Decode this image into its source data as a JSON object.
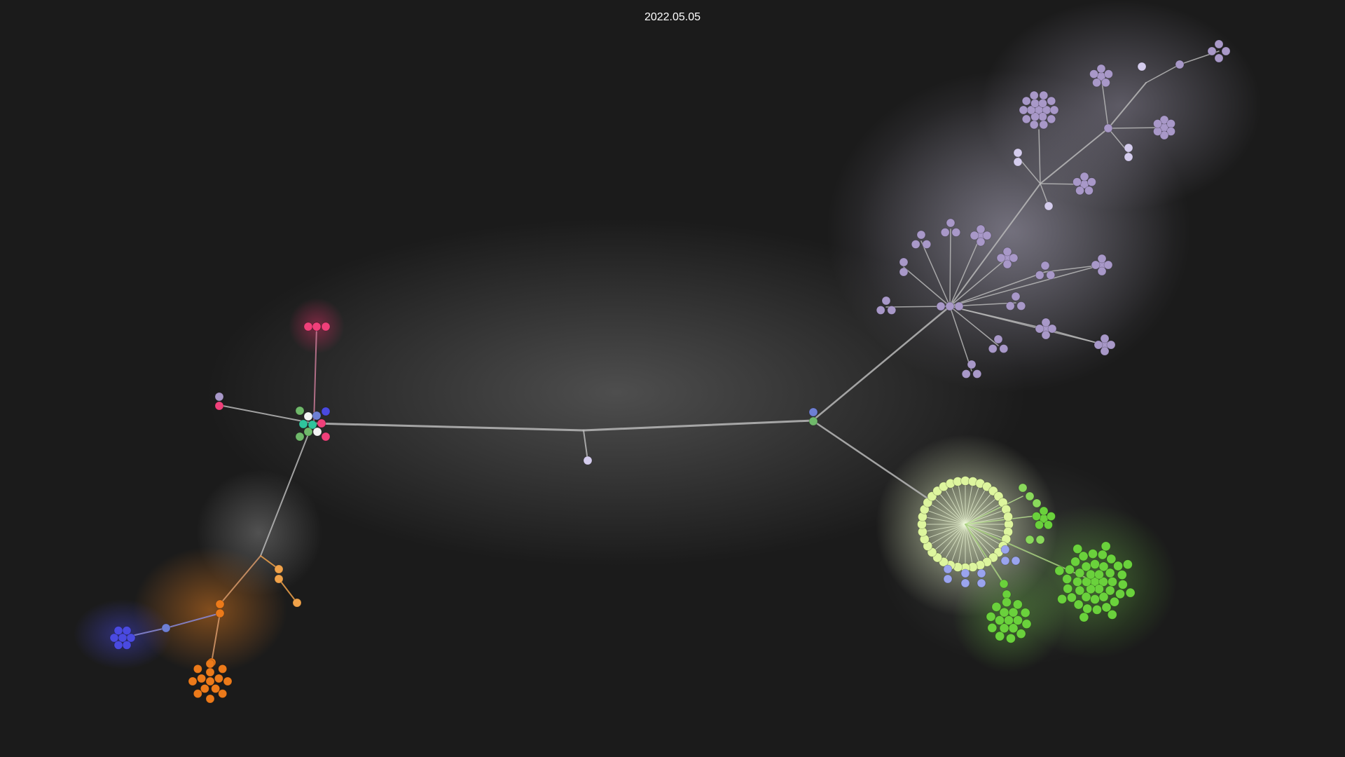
{
  "header": {
    "date": "2022.05.05"
  },
  "colors": {
    "background": "#1b1b1b",
    "edge": "#b8b8b8",
    "lavender": "#a898c8",
    "lavender_light": "#d4cced",
    "lime_light": "#ddf59e",
    "green": "#6ad13c",
    "orange": "#ec7a1a",
    "orange_light": "#f0a24a",
    "blue": "#4a4ae0",
    "periwinkle": "#9aa4ee",
    "pink": "#f0407a",
    "teal": "#2fc49c",
    "sage": "#6fb86a",
    "white": "#f4f4f4",
    "slate": "#6e7fd4"
  },
  "graph": {
    "description_free": true,
    "nodes": [
      {
        "id": "trunk-bend",
        "size": "junction",
        "color": "edge"
      },
      {
        "id": "trunk-leaf",
        "size": "single",
        "color": "lavender_light"
      },
      {
        "id": "left-hub",
        "size": "mixed-cluster",
        "color": "white"
      },
      {
        "id": "pink-cluster",
        "size": "cluster-3",
        "color": "pink"
      },
      {
        "id": "left-pair",
        "size": "pair",
        "color": "lavender"
      },
      {
        "id": "orange-hub",
        "size": "junction",
        "color": "edge"
      },
      {
        "id": "blue-cluster",
        "size": "cluster",
        "color": "blue"
      },
      {
        "id": "orange-cluster",
        "size": "cluster",
        "color": "orange"
      },
      {
        "id": "right-hub",
        "size": "pair",
        "color": "slate"
      },
      {
        "id": "purple-hub",
        "size": "star",
        "color": "lavender"
      },
      {
        "id": "purple-top-hub",
        "size": "star",
        "color": "lavender"
      },
      {
        "id": "lime-hub",
        "size": "starburst",
        "color": "lime_light"
      },
      {
        "id": "green-cluster-large",
        "size": "cluster",
        "color": "green"
      },
      {
        "id": "green-cluster-small",
        "size": "cluster",
        "color": "green"
      }
    ]
  }
}
